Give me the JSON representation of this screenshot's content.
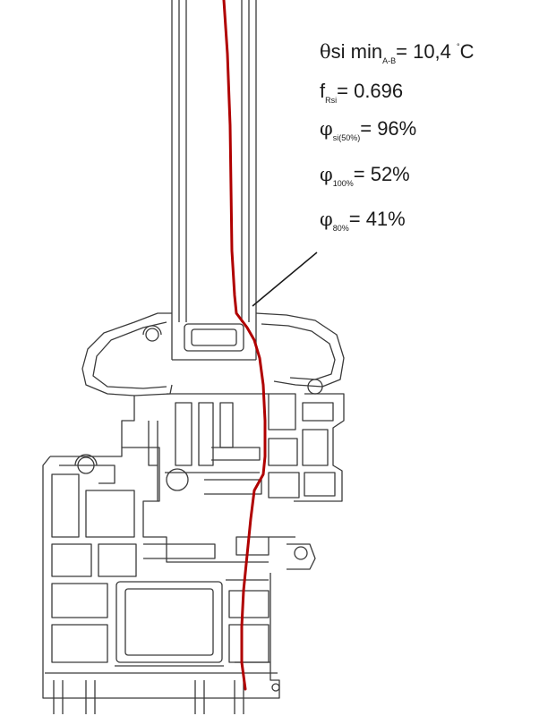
{
  "annotations": {
    "theta": {
      "symbol": "θ",
      "text": "si min",
      "sub": "A-B",
      "eq": "= 10,4 ",
      "sup": "°",
      "unit": "C"
    },
    "f": {
      "symbol": "f",
      "sub": "Rsi",
      "eq": "= 0.696"
    },
    "phi_si": {
      "symbol": "φ",
      "sub": "si(50%)",
      "eq": "= 96%"
    },
    "phi_100": {
      "symbol": "φ",
      "sub": "100%",
      "eq": "= 52%"
    },
    "phi_80": {
      "symbol": "φ",
      "sub": "80%",
      "eq": "= 41%"
    }
  },
  "colors": {
    "outline": "#3a3a3a",
    "isotherm": "#b00000",
    "background": "#ffffff"
  }
}
